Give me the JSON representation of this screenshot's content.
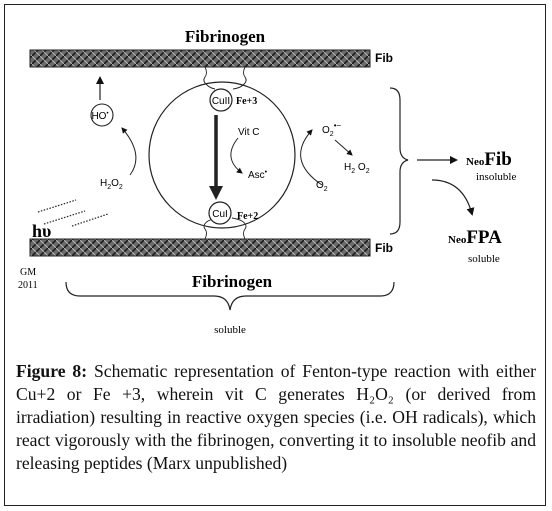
{
  "diagram": {
    "top_label": "Fibrinogen",
    "bottom_label": "Fibrinogen",
    "fib_label_top": "Fib",
    "fib_label_bottom": "Fib",
    "cu2": "CuII",
    "cu1": "CuI",
    "fe3": "Fe+3",
    "fe2": "Fe+2",
    "hydroxyl": "HO",
    "h2o2_left": "H2O2",
    "vitc": "Vit C",
    "asc": "Asc",
    "o2_radical": "O2",
    "h2o2_right": "H2O2",
    "o2": "O2",
    "hv": "hυ",
    "initials_line1": "GM",
    "initials_line2": "2011",
    "neofib_prefix": "Neo",
    "neofib_main": "Fib",
    "insoluble": "insoluble",
    "neofpa_prefix": "Neo",
    "neofpa_main": "FPA",
    "soluble_right": "soluble",
    "soluble_bottom": "soluble"
  },
  "caption": {
    "label": "Figure 8:",
    "text": "Schematic representation of Fenton-type reaction with either Cu+2 or Fe +3, wherein vit C generates H₂O₂ (or derived from irradiation) resulting in reactive oxygen species (i.e. OH radicals), which react vigorously with the fibrinogen, converting it to insoluble neofib and releasing peptides (Marx unpublished)"
  }
}
